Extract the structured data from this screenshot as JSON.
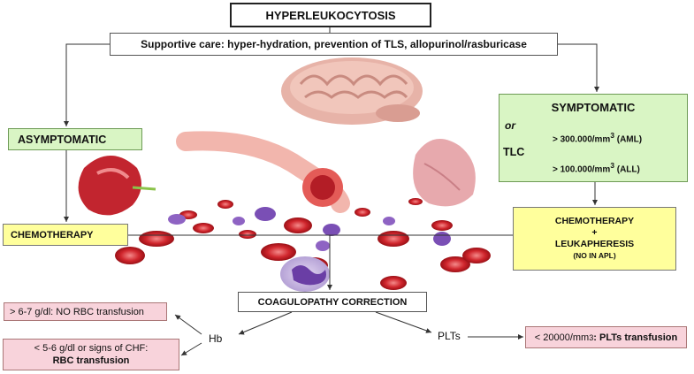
{
  "title": "HYPERLEUKOCYTOSIS",
  "supportive_care": "Supportive care: hyper-hydration, prevention of TLS, allopurinol/rasburicase",
  "asymptomatic": "ASYMPTOMATIC",
  "symptomatic": {
    "heading": "SYMPTOMATIC",
    "or": "or",
    "tlc": "TLC",
    "aml_value": "> 300.000/mm",
    "aml_sup": "3",
    "aml_label": " (AML)",
    "all_value": "> 100.000/mm",
    "all_sup": "3",
    "all_label": " (ALL)"
  },
  "chemo_left": "CHEMOTHERAPY",
  "chemo_right": {
    "line1": "CHEMOTHERAPY",
    "plus": "+",
    "line2": "LEUKAPHERESIS",
    "note": "(NO IN APL)"
  },
  "coagulopathy": "COAGULOPATHY CORRECTION",
  "hb_label": "Hb",
  "plts_label": "PLTs",
  "rbc_no": "> 6-7 g/dl: NO RBC transfusion",
  "rbc_yes_line1": "< 5-6 g/dl or signs of CHF:",
  "rbc_yes_line2": "RBC transfusion",
  "plt_threshold": "< 20000/mm",
  "plt_sup": "3",
  "plt_action": ": PLTs transfusion",
  "colors": {
    "green_box": "#d9f5c4",
    "yellow_box": "#ffff9c",
    "pink_box": "#f8d3db",
    "rbc": "#c8242b",
    "leukocyte": "#7a4fb5",
    "organ": "#e9a3a6"
  }
}
